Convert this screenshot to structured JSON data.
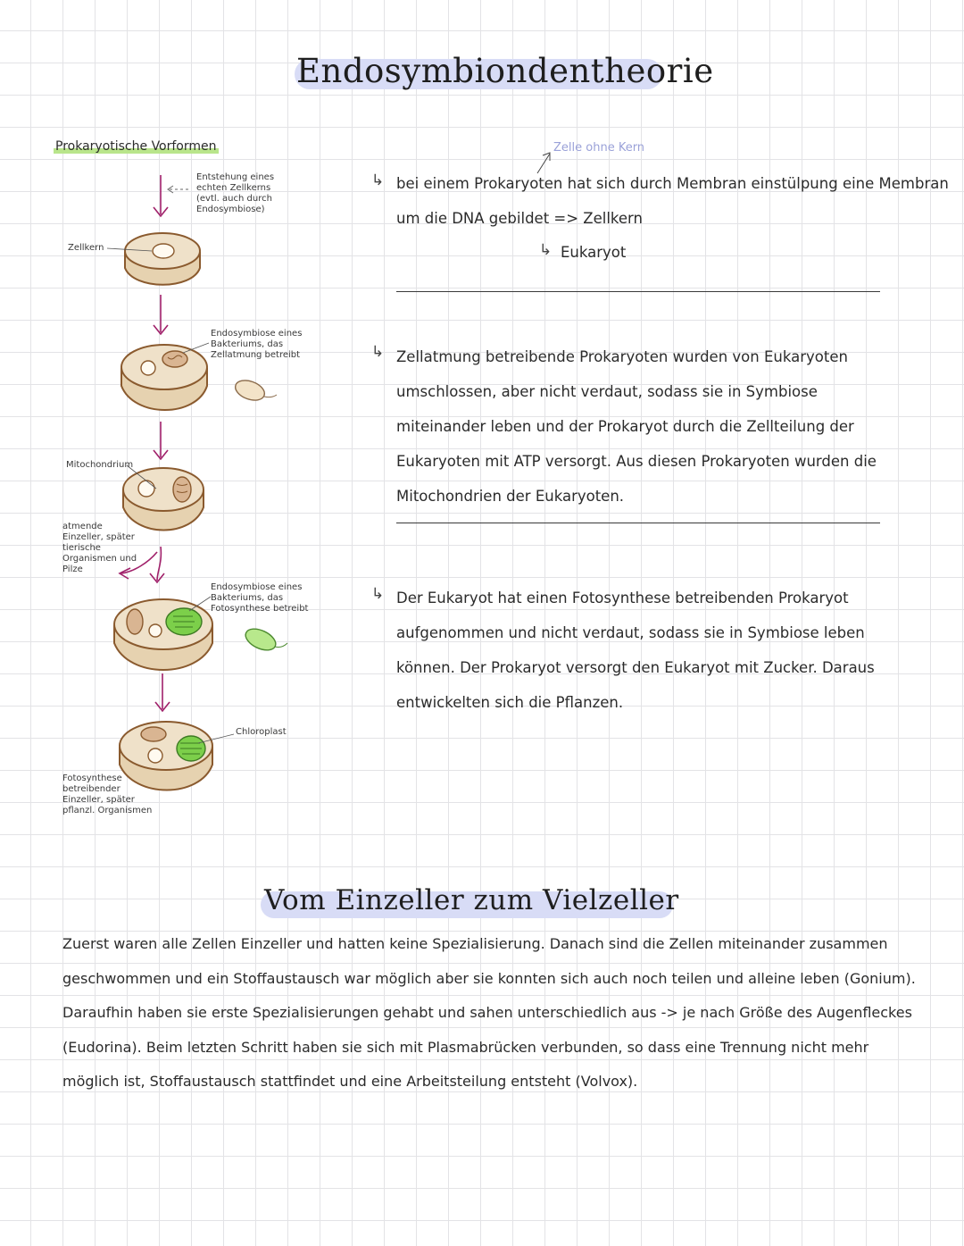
{
  "title_main": "Endosymbiondentheorie",
  "title_second": "Vom Einzeller zum Vielzeller",
  "diagram": {
    "heading": "Prokaryotische Vorformen",
    "note_nucleus_origin": "Entstehung eines echten Zellkerns (evtl. auch durch Endosymbiose)",
    "label_nucleus": "Zellkern",
    "note_mito_endo": "Endosymbiose eines Bakteriums, das Zellatmung betreibt",
    "label_mito": "Mitochondrium",
    "note_breathing": "atmende Einzeller, später tierische Organismen und Pilze",
    "note_chloro_endo": "Endosymbiose eines Bakteriums, das Fotosynthese betreibt",
    "label_chloro": "Chloroplast",
    "note_photo": "Fotosynthese betreibender Einzeller, später pflanzl. Organismen"
  },
  "right": {
    "note_cell": "Zelle ohne Kern",
    "bullet1_line1": "bei einem Prokaryoten hat sich durch Membran einstülpung eine Membran",
    "bullet1_line2": "um die DNA gebildet => Zellkern",
    "bullet1_line3": "Eukaryot",
    "bullet2": "Zellatmung betreibende Prokaryoten wurden von Eukaryoten umschlossen, aber nicht verdaut, sodass sie in Symbiose miteinander leben und der Prokaryot durch die Zellteilung der Eukaryoten mit ATP versorgt. Aus diesen Prokaryoten wurden die Mitochondrien der Eukaryoten.",
    "bullet3": "Der Eukaryot hat einen Fotosynthese betreibenden Prokaryot aufgenommen und nicht verdaut, sodass sie in Symbiose leben können. Der Prokaryot versorgt den Eukaryot mit Zucker. Daraus entwickelten sich die Pflanzen."
  },
  "bottom": {
    "paragraph": "Zuerst waren alle Zellen Einzeller und hatten keine Spezialisierung. Danach sind die Zellen miteinander zusammen geschwommen und ein Stoffaustausch war möglich aber sie konnten sich auch noch teilen und alleine leben (Gonium). Daraufhin haben sie erste Spezialisierungen gehabt und sahen unterschiedlich aus -> je nach Größe des Augenfleckes (Eudorina). Beim letzten Schritt haben sie sich mit Plasmabrücken verbunden, so dass eine Trennung nicht mehr möglich ist, Stoffaustausch stattfindet und eine Arbeitsteilung entsteht (Volvox)."
  },
  "colors": {
    "highlight_blue": "#d8dcf6",
    "highlight_green": "#b9e58b",
    "arrow_purple": "#a0206a",
    "cell_fill": "#efe1c9",
    "cell_stroke": "#8a5a2e",
    "chloroplast": "#7ccf4a",
    "mito": "#d9b592"
  }
}
